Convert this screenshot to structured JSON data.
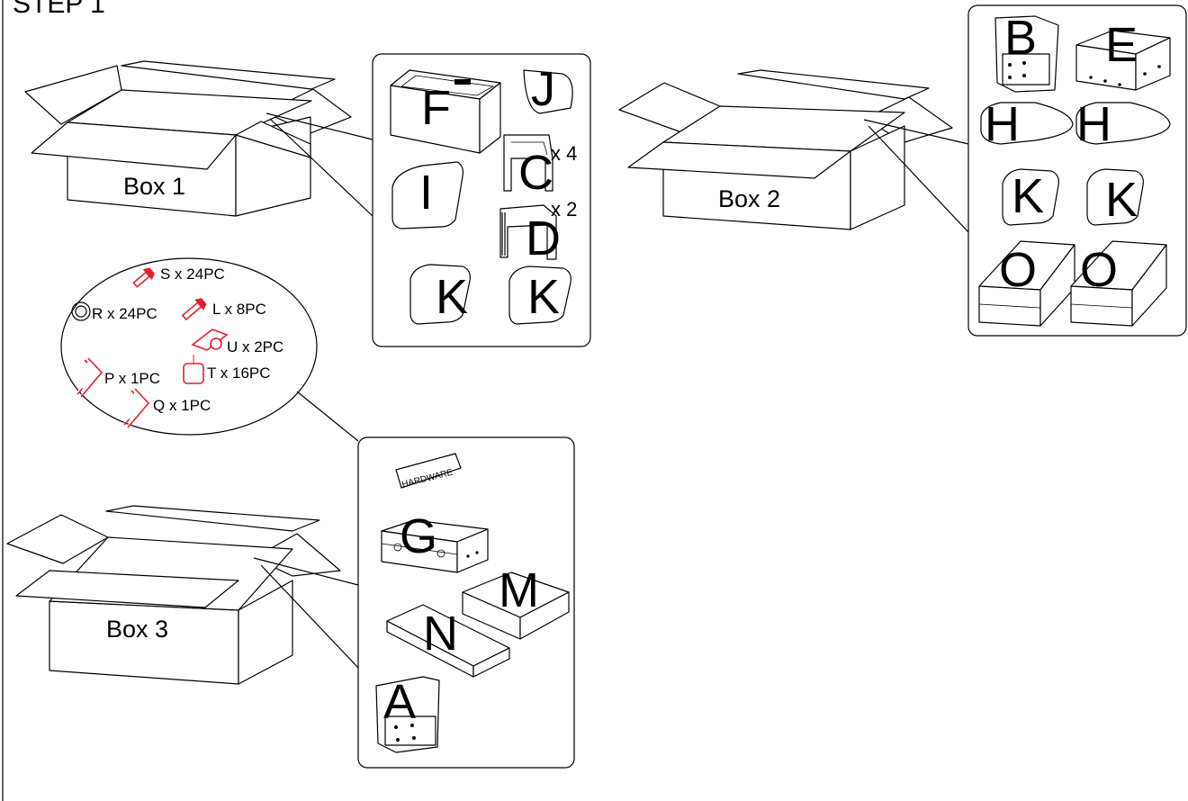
{
  "step_title": "STEP 1",
  "boxes": {
    "box1": "Box 1",
    "box2": "Box 2",
    "box3": "Box 3"
  },
  "parts_box1": {
    "F": "F",
    "J": "J",
    "I": "I",
    "C": "C",
    "C_qty": "x 4",
    "D": "D",
    "D_qty": "x 2",
    "K1": "K",
    "K2": "K"
  },
  "parts_box2": {
    "B": "B",
    "E": "E",
    "H1": "H",
    "H2": "H",
    "K1": "K",
    "K2": "K",
    "O1": "O",
    "O2": "O"
  },
  "parts_box3": {
    "hardware": "HARDWARE",
    "G": "G",
    "M": "M",
    "N": "N",
    "A": "A"
  },
  "hardware": {
    "S": "S x 24PC",
    "R": "R x 24PC",
    "L": "L x 8PC",
    "U": "U x 2PC",
    "T": "T x 16PC",
    "P": "P x 1PC",
    "Q": "Q x 1PC"
  },
  "colors": {
    "hardware_red": "#e0202a",
    "line": "#000000"
  }
}
